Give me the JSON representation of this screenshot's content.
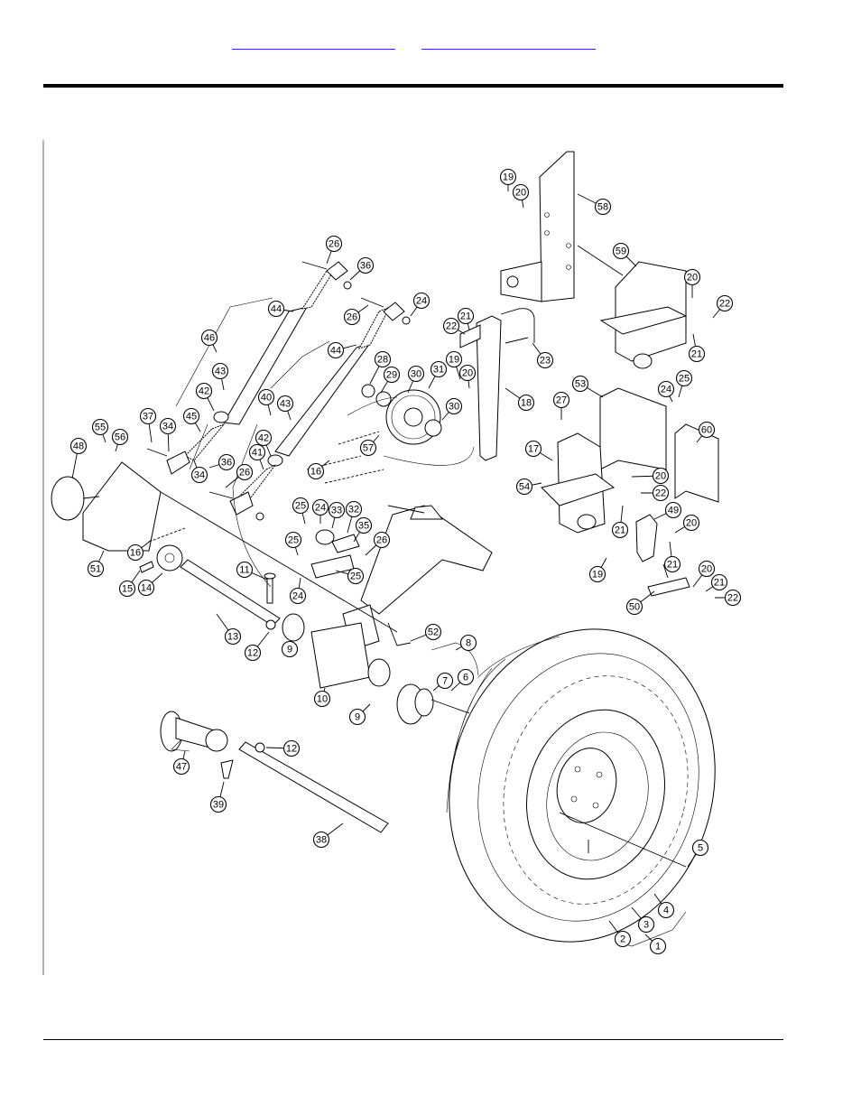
{
  "header": {
    "link_1": "",
    "link_2": ""
  },
  "callouts": [
    {
      "n": "1"
    },
    {
      "n": "2"
    },
    {
      "n": "3"
    },
    {
      "n": "4"
    },
    {
      "n": "5"
    },
    {
      "n": "6"
    },
    {
      "n": "7"
    },
    {
      "n": "8"
    },
    {
      "n": "9"
    },
    {
      "n": "9"
    },
    {
      "n": "10"
    },
    {
      "n": "11"
    },
    {
      "n": "12"
    },
    {
      "n": "12"
    },
    {
      "n": "13"
    },
    {
      "n": "14"
    },
    {
      "n": "15"
    },
    {
      "n": "16"
    },
    {
      "n": "16"
    },
    {
      "n": "17"
    },
    {
      "n": "18"
    },
    {
      "n": "19"
    },
    {
      "n": "19"
    },
    {
      "n": "19"
    },
    {
      "n": "20"
    },
    {
      "n": "20"
    },
    {
      "n": "20"
    },
    {
      "n": "20"
    },
    {
      "n": "20"
    },
    {
      "n": "20"
    },
    {
      "n": "21"
    },
    {
      "n": "21"
    },
    {
      "n": "21"
    },
    {
      "n": "21"
    },
    {
      "n": "21"
    },
    {
      "n": "22"
    },
    {
      "n": "22"
    },
    {
      "n": "22"
    },
    {
      "n": "22"
    },
    {
      "n": "23"
    },
    {
      "n": "24"
    },
    {
      "n": "24"
    },
    {
      "n": "24"
    },
    {
      "n": "24"
    },
    {
      "n": "25"
    },
    {
      "n": "25"
    },
    {
      "n": "25"
    },
    {
      "n": "25"
    },
    {
      "n": "26"
    },
    {
      "n": "26"
    },
    {
      "n": "26"
    },
    {
      "n": "26"
    },
    {
      "n": "27"
    },
    {
      "n": "28"
    },
    {
      "n": "29"
    },
    {
      "n": "30"
    },
    {
      "n": "30"
    },
    {
      "n": "31"
    },
    {
      "n": "32"
    },
    {
      "n": "33"
    },
    {
      "n": "34"
    },
    {
      "n": "34"
    },
    {
      "n": "35"
    },
    {
      "n": "36"
    },
    {
      "n": "36"
    },
    {
      "n": "37"
    },
    {
      "n": "38"
    },
    {
      "n": "39"
    },
    {
      "n": "40"
    },
    {
      "n": "41"
    },
    {
      "n": "42"
    },
    {
      "n": "42"
    },
    {
      "n": "43"
    },
    {
      "n": "43"
    },
    {
      "n": "44"
    },
    {
      "n": "44"
    },
    {
      "n": "45"
    },
    {
      "n": "46"
    },
    {
      "n": "47"
    },
    {
      "n": "48"
    },
    {
      "n": "49"
    },
    {
      "n": "50"
    },
    {
      "n": "51"
    },
    {
      "n": "52"
    },
    {
      "n": "53"
    },
    {
      "n": "54"
    },
    {
      "n": "55"
    },
    {
      "n": "56"
    },
    {
      "n": "57"
    },
    {
      "n": "58"
    },
    {
      "n": "59"
    },
    {
      "n": "60"
    }
  ]
}
